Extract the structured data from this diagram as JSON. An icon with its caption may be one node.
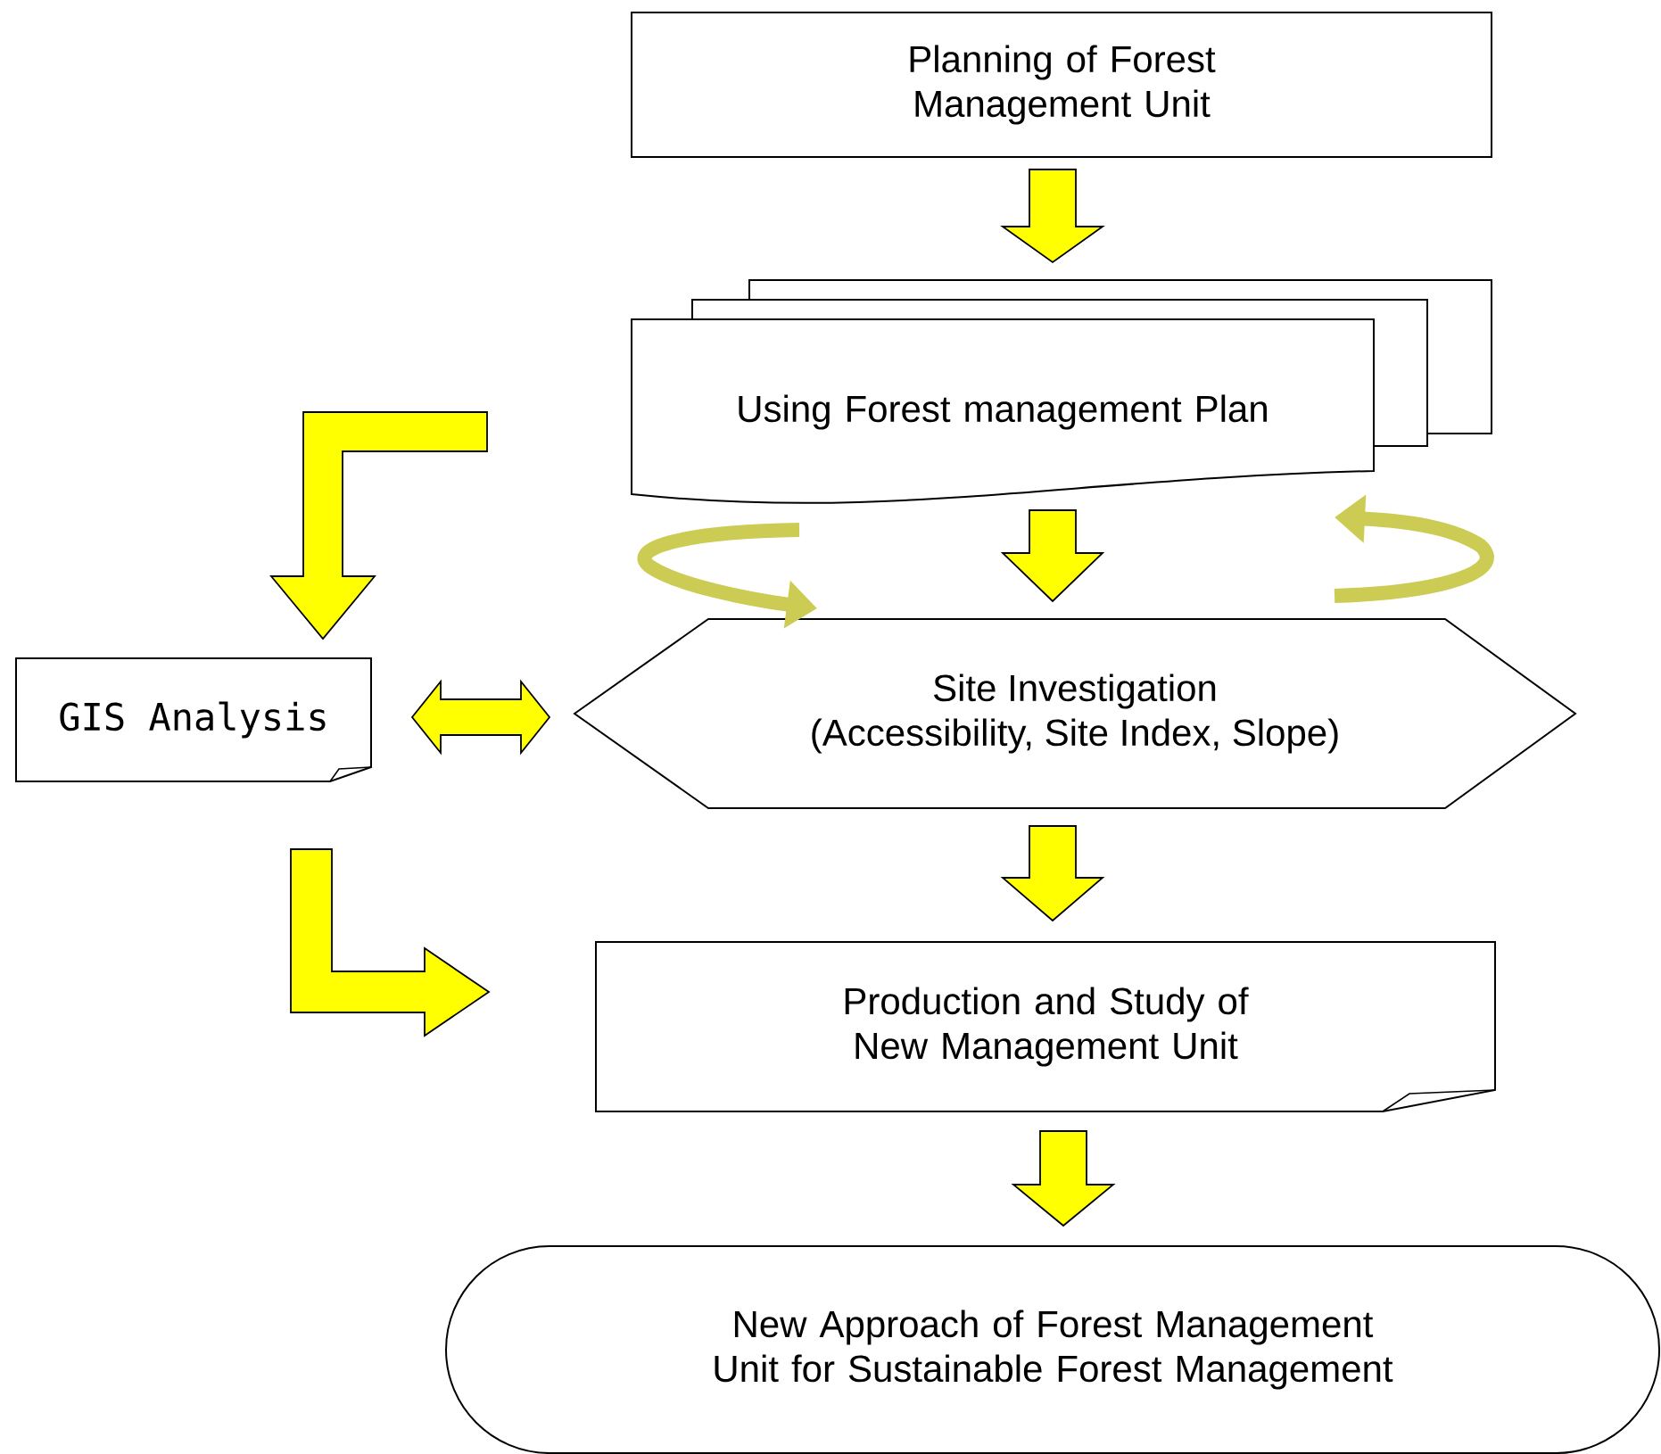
{
  "diagram": {
    "nodes": [
      {
        "text": [
          "Planning of Forest Management Unit"
        ]
      },
      {
        "text": [
          "Using Forest management Plan"
        ]
      },
      {
        "text": [
          "GIS Analysis"
        ]
      },
      {
        "text": [
          "Site Investigation",
          "(Accessibility, Site Index, Slope)"
        ]
      },
      {
        "text": [
          "Production and Study of New Management Unit"
        ]
      },
      {
        "text": [
          "New Approach of Forest Management Unit for Sustainable Forest Management"
        ]
      }
    ],
    "edges": [
      {
        "from": 0,
        "to": 1,
        "arrow": "to"
      },
      {
        "from": 1,
        "to": 3,
        "arrow": "to"
      },
      {
        "from": 2,
        "to": 3,
        "arrow": "both"
      },
      {
        "from": 3,
        "to": 4,
        "arrow": "to"
      },
      {
        "from": 4,
        "to": 5,
        "arrow": "to"
      },
      {
        "from": null,
        "to": 2,
        "arrow": "to"
      },
      {
        "from": 2,
        "to": 4,
        "arrow": "to"
      },
      {
        "from": 1,
        "to": 3,
        "arrow": "to",
        "color": "#cccc55"
      },
      {
        "from": 3,
        "to": 1,
        "arrow": "to",
        "color": "#cccc55"
      }
    ]
  }
}
